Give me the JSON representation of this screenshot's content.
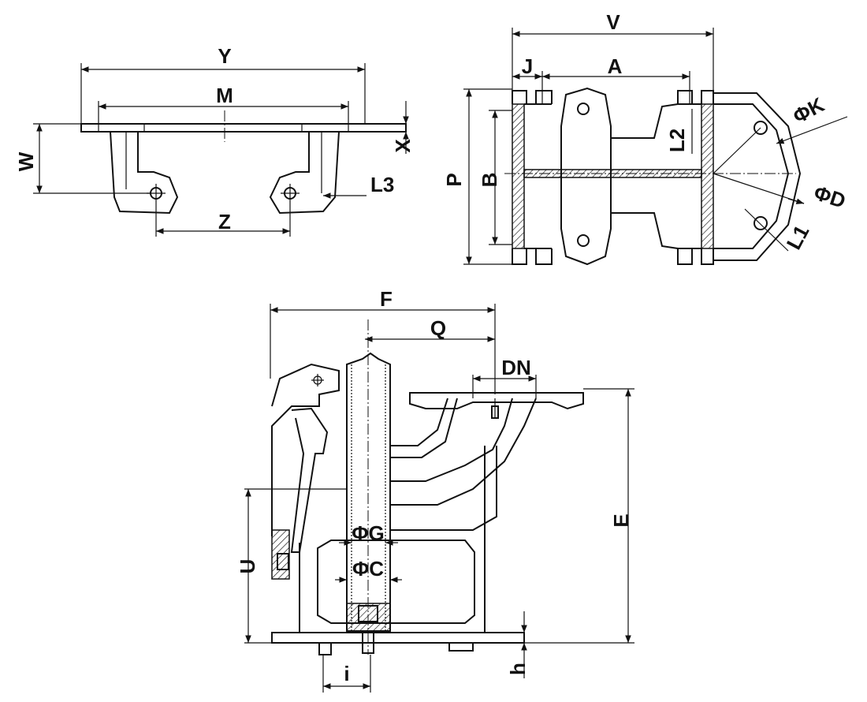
{
  "title": "Gate valve dimension drawing",
  "views": {
    "top_left": {
      "labels": {
        "Y": "Y",
        "M": "M",
        "W": "W",
        "X": "X",
        "L3": "L3",
        "Z": "Z"
      }
    },
    "top_right": {
      "labels": {
        "V": "V",
        "J": "J",
        "A": "A",
        "P": "P",
        "B": "B",
        "L2": "L2",
        "K": "ΦK",
        "D": "ΦD",
        "L1": "L1"
      }
    },
    "bottom": {
      "labels": {
        "F": "F",
        "Q": "Q",
        "DN": "DN",
        "E": "E",
        "G": "ΦG",
        "C": "ΦC",
        "U": "U",
        "i": "i",
        "h": "h"
      }
    }
  }
}
